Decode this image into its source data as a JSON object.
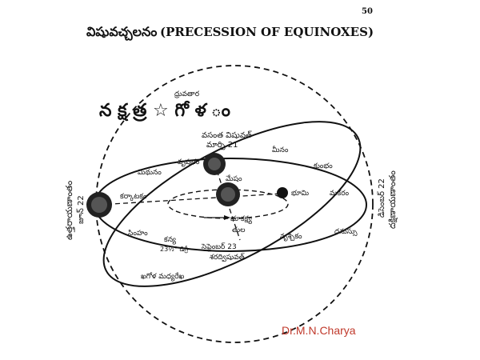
{
  "title": {
    "telugu": "విషువచ్చలనం",
    "english": "(PRECESSION OF EQUINOXES)",
    "page_number": "50"
  },
  "sphere_label": "న క్ష త్ర ☆ గో ళ ం",
  "pole_star": "ధ్రువతార",
  "labels": {
    "vernal_equinox": "వసంత విషువత్",
    "vernal_date": "మార్చి 21",
    "summer_solstice": "ఉత్తరాయణాంతం",
    "summer_date": "జూన్ 22",
    "winter_solstice": "దక్షిణాయణాంతం",
    "winter_date": "డిసెంబర్ 22",
    "autumn_date": "సెప్టెంబర్ 23",
    "autumn_equinox": "శరద్విషువత్",
    "tilt": "23½° డిగ్రీ",
    "earth": "భూమి",
    "earth_axis": "భూకక్ష్య",
    "celestial_equator": "ఖగోళ మధ్యరేఖ",
    "sun_inner": "మేషం"
  },
  "zodiac": {
    "mithunam": "మిథునం",
    "vrushabham": "వృషభం",
    "meenam": "మీనం",
    "kumbham": "కుంభం",
    "karkatakam": "కర్కాటకం",
    "makaram": "మకరం",
    "simham": "సింహం",
    "kanya": "కన్య",
    "tula": "తుల",
    "vrushchikam": "వృశ్చికం",
    "dhanussu": "ధనుస్సు"
  },
  "credit": "Dr.M.N.Charya",
  "colors": {
    "ink": "#111111",
    "credit": "#c0392b"
  }
}
